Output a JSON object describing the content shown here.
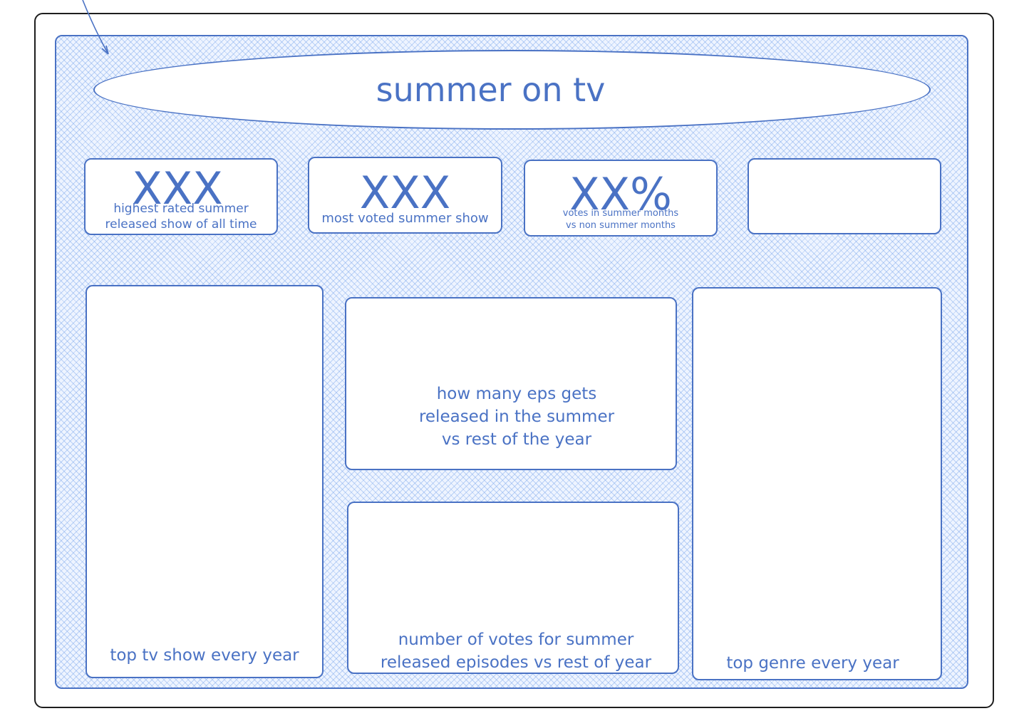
{
  "title": "summer on tv",
  "colors": {
    "accent": "#4a72c4",
    "hatch": "#78a5eb",
    "frame": "#1e1e1e"
  },
  "kpis": [
    {
      "value": "XXX",
      "label": "highest rated summer\nreleased show of all time"
    },
    {
      "value": "XXX",
      "label": "most voted summer show"
    },
    {
      "value": "XX%",
      "label": "votes in summer months\nvs non summer months"
    },
    {
      "value": "",
      "label": ""
    }
  ],
  "panels": {
    "left": {
      "label": "top tv show every year"
    },
    "center_top": {
      "label": "how many eps gets\nreleased in the summer\nvs rest of the year"
    },
    "center_bottom": {
      "label": "number of votes for summer\nreleased episodes vs rest of year"
    },
    "right": {
      "label": "top genre every year"
    }
  }
}
